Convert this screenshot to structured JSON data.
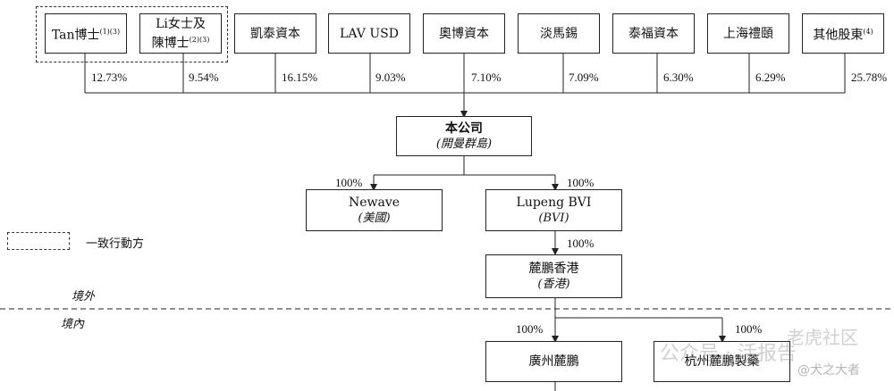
{
  "shareholders": [
    {
      "id": "tan",
      "name": "Tan博士",
      "sup": "(1)(3)",
      "pct": "12.73%"
    },
    {
      "id": "li",
      "line1": "Li女士及",
      "line2": "陳博士",
      "sup": "(2)(3)",
      "pct": "9.54%"
    },
    {
      "id": "kaitai",
      "name": "凱泰資本",
      "pct": "16.15%"
    },
    {
      "id": "lav",
      "name": "LAV USD",
      "pct": "9.03%"
    },
    {
      "id": "aobo",
      "name": "奧博資本",
      "pct": "7.10%"
    },
    {
      "id": "danmaxi",
      "name": "淡馬錫",
      "pct": "7.09%"
    },
    {
      "id": "taifu",
      "name": "泰福資本",
      "pct": "6.30%"
    },
    {
      "id": "shanghai",
      "name": "上海禮頤",
      "pct": "6.29%"
    },
    {
      "id": "other",
      "name": "其他股東",
      "sup": "(4)",
      "pct": "25.78%"
    }
  ],
  "company": {
    "name": "本公司",
    "sub": "(開曼群島)"
  },
  "subsidiaries": {
    "newave": {
      "name": "Newave",
      "sub": "(美國)",
      "pct": "100%"
    },
    "lupeng_bvi": {
      "name": "Lupeng BVI",
      "sub": "(BVI)",
      "pct": "100%"
    },
    "lupeng_hk": {
      "name": "麓鵬香港",
      "sub": "(香港)",
      "pct": "100%"
    },
    "guangzhou": {
      "name": "廣州麓鵬",
      "pct": "100%"
    },
    "hangzhou": {
      "name": "杭州麓鵬製藥",
      "pct": "100%"
    }
  },
  "legend": {
    "text": "一致行動方"
  },
  "zones": {
    "outside": "境外",
    "inside": "境內"
  },
  "watermarks": {
    "big": "公众号 · 活报告",
    "small": "@犬之大者",
    "corner": "老虎社区"
  }
}
